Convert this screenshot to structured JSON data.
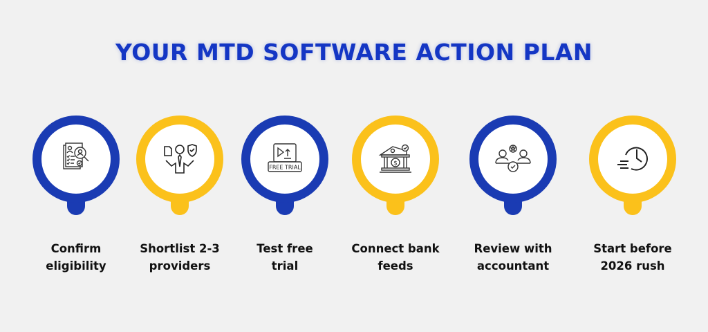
{
  "title": "YOUR MTD SOFTWARE ACTION PLAN",
  "colors": {
    "title": "#1436c4",
    "blue": "#1a3bb3",
    "yellow": "#fbc11b",
    "background": "#f1f1f1"
  },
  "steps": [
    {
      "color": "blue",
      "icon": "document-search-icon",
      "line1": "Confirm",
      "line2": "eligibility"
    },
    {
      "color": "yellow",
      "icon": "person-choice-icon",
      "line1": "Shortlist 2-3",
      "line2": "providers"
    },
    {
      "color": "blue",
      "icon": "free-trial-icon",
      "icon_text": "FREE TRIAL",
      "line1": "Test free",
      "line2": "trial"
    },
    {
      "color": "yellow",
      "icon": "bank-icon",
      "line1": "Connect bank",
      "line2": "feeds"
    },
    {
      "color": "blue",
      "icon": "team-review-icon",
      "line1": "Review with",
      "line2": "accountant"
    },
    {
      "color": "yellow",
      "icon": "fast-clock-icon",
      "line1": "Start before",
      "line2": "2026 rush"
    }
  ]
}
